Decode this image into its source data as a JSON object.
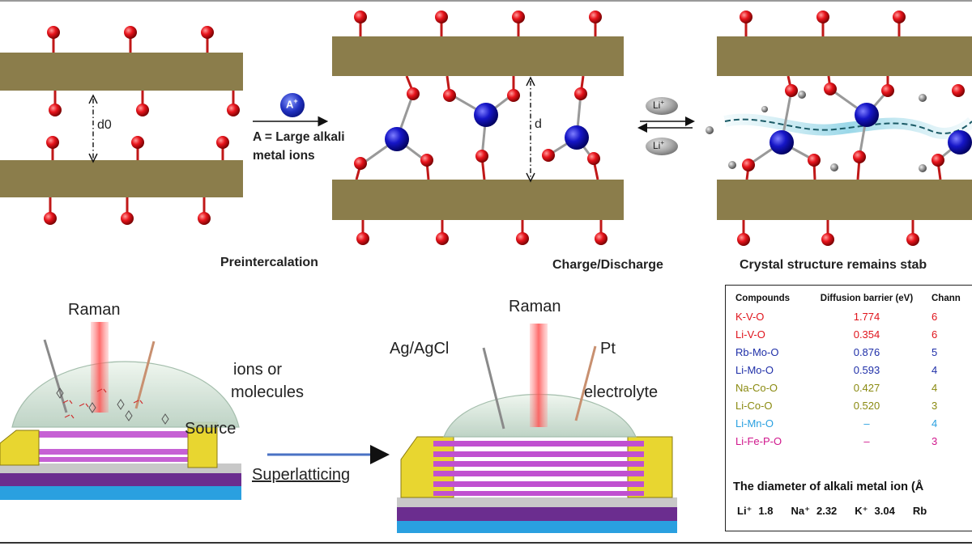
{
  "top": {
    "d0_label": "d0",
    "d_label": "d",
    "ion_badge": "A",
    "ion_badge_sup": "+",
    "ion_note_line1": "A = Large alkali",
    "ion_note_line2": "metal ions",
    "li_badge": "Li",
    "li_badge_sup": "+",
    "caption_preintercalation": "Preintercalation",
    "caption_charge": "Charge/Discharge",
    "caption_crystal": "Crystal structure  remains stab"
  },
  "bottom": {
    "raman_left": "Raman",
    "raman_right": "Raman",
    "ions_line1": "ions or",
    "ions_line2": "molecules",
    "source": "Source",
    "superlatticing": "Superlatticing",
    "ag_agcl": "Ag/AgCl",
    "pt": "Pt",
    "electrolyte": "electrolyte"
  },
  "table": {
    "headers": [
      "Compounds",
      "Diffusion barrier (eV)",
      "Chann"
    ],
    "rows": [
      {
        "compound": "K-V-O",
        "barrier": "1.774",
        "channel": "6",
        "color": "#e0141c"
      },
      {
        "compound": "Li-V-O",
        "barrier": "0.354",
        "channel": "6",
        "color": "#e0141c"
      },
      {
        "compound": "Rb-Mo-O",
        "barrier": "0.876",
        "channel": "5",
        "color": "#1f2fa8"
      },
      {
        "compound": "Li-Mo-O",
        "barrier": "0.593",
        "channel": "4",
        "color": "#1f2fa8"
      },
      {
        "compound": "Na-Co-O",
        "barrier": "0.427",
        "channel": "4",
        "color": "#8a8a10"
      },
      {
        "compound": "Li-Co-O",
        "barrier": "0.520",
        "channel": "3",
        "color": "#8a8a10"
      },
      {
        "compound": "Li-Mn-O",
        "barrier": "–",
        "channel": "4",
        "color": "#2aa0e0"
      },
      {
        "compound": "Li-Fe-P-O",
        "barrier": "–",
        "channel": "3",
        "color": "#d0168c"
      }
    ],
    "diameter_title": "The diameter of alkali metal ion (Å",
    "diameters": [
      {
        "ion": "Li⁺",
        "value": "1.8"
      },
      {
        "ion": "Na⁺",
        "value": "2.32"
      },
      {
        "ion": "K⁺",
        "value": "3.04"
      },
      {
        "ion": "Rb",
        "value": ""
      }
    ]
  },
  "colors": {
    "slab": "#8b7d4b",
    "oxygen": "#e0141c",
    "cation": "#1414b4",
    "li_ion": "#888888",
    "arrow_blue": "#4a72c4",
    "gold": "#e8d630",
    "purple": "#6b2d8f",
    "cyan": "#2aa0e0",
    "magenta": "#c04cd0"
  }
}
